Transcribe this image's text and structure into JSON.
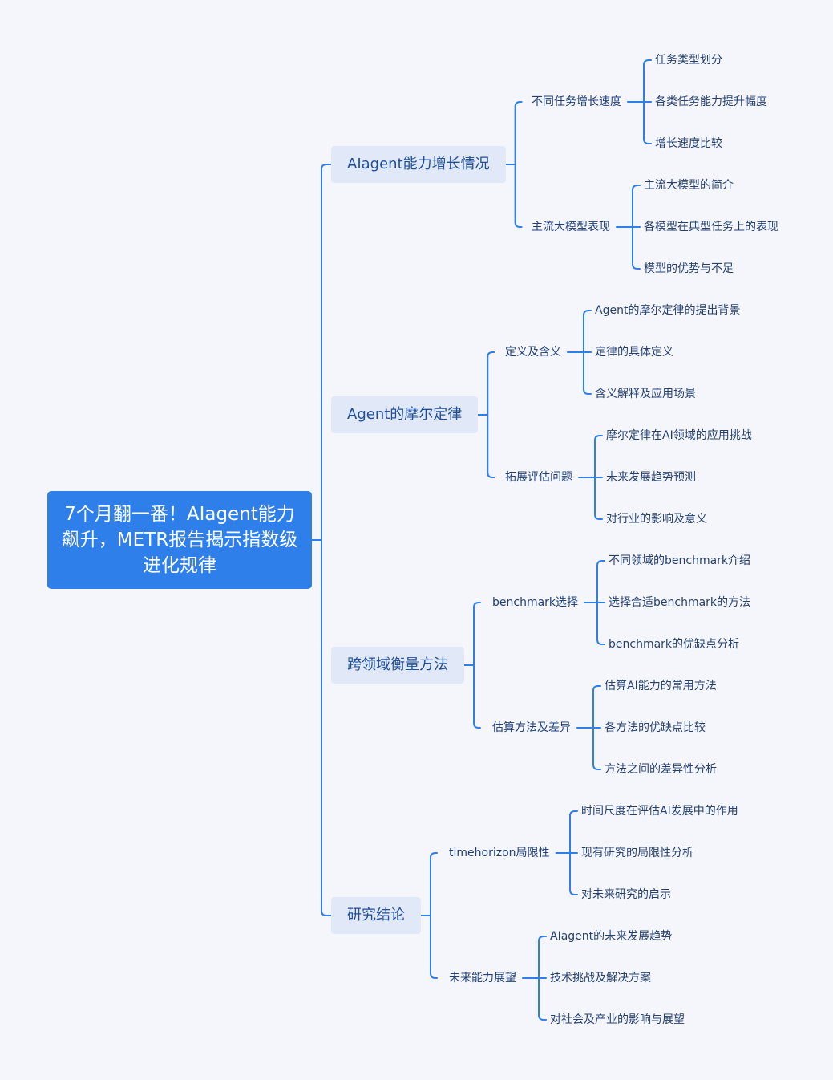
{
  "mindmap": {
    "root": "7个月翻一番！AIagent能力飙升，METR报告揭示指数级进化规律",
    "branches": [
      {
        "label": "AIagent能力增长情况",
        "children": [
          {
            "label": "不同任务增长速度",
            "children": [
              "任务类型划分",
              "各类任务能力提升幅度",
              "增长速度比较"
            ]
          },
          {
            "label": "主流大模型表现",
            "children": [
              "主流大模型的简介",
              "各模型在典型任务上的表现",
              "模型的优势与不足"
            ]
          }
        ]
      },
      {
        "label": "Agent的摩尔定律",
        "children": [
          {
            "label": "定义及含义",
            "children": [
              "Agent的摩尔定律的提出背景",
              "定律的具体定义",
              "含义解释及应用场景"
            ]
          },
          {
            "label": "拓展评估问题",
            "children": [
              "摩尔定律在AI领域的应用挑战",
              "未来发展趋势预测",
              "对行业的影响及意义"
            ]
          }
        ]
      },
      {
        "label": "跨领域衡量方法",
        "children": [
          {
            "label": "benchmark选择",
            "children": [
              "不同领域的benchmark介绍",
              "选择合适benchmark的方法",
              "benchmark的优缺点分析"
            ]
          },
          {
            "label": "估算方法及差异",
            "children": [
              "估算AI能力的常用方法",
              "各方法的优缺点比较",
              "方法之间的差异性分析"
            ]
          }
        ]
      },
      {
        "label": "研究结论",
        "children": [
          {
            "label": "timehorizon局限性",
            "children": [
              "时间尺度在评估AI发展中的作用",
              "现有研究的局限性分析",
              "对未来研究的启示"
            ]
          },
          {
            "label": "未来能力展望",
            "children": [
              "AIagent的未来发展趋势",
              "技术挑战及解决方案",
              "对社会及产业的影响与展望"
            ]
          }
        ]
      }
    ]
  },
  "colors": {
    "background": "#f4f6fc",
    "root_fill": "#2f7fea",
    "branch_fill": "#e1e9f9",
    "line": "#2f7fea"
  }
}
